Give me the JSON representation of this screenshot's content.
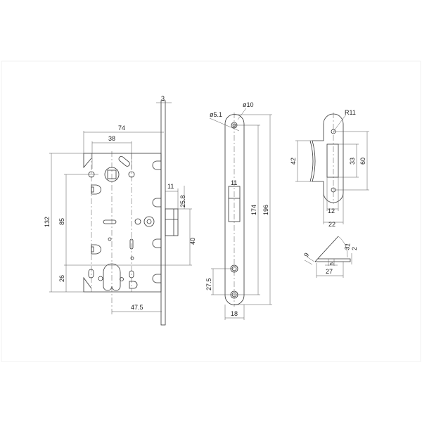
{
  "drawing": {
    "title": "Mortise lock technical drawing",
    "lock_body": {
      "d_3": "3",
      "d_74": "74",
      "d_38": "38",
      "d_132": "132",
      "d_85": "85",
      "d_26": "26",
      "d_47_5": "47.5",
      "d_11": "11",
      "d_25_8": "25.8",
      "d_40": "40"
    },
    "faceplate": {
      "d_5_1": "ø5.1",
      "d_10": "ø10",
      "d_11": "11",
      "d_174": "174",
      "d_196": "196",
      "d_27_5": "27.5",
      "d_18": "18"
    },
    "strike": {
      "d_r11": "R11",
      "d_42": "42",
      "d_33": "33",
      "d_60": "60",
      "d_12": "12",
      "d_22": "22"
    },
    "profile": {
      "d_9": "9",
      "d_31": "31",
      "d_2": "2",
      "d_5": "5",
      "d_27": "27"
    }
  }
}
